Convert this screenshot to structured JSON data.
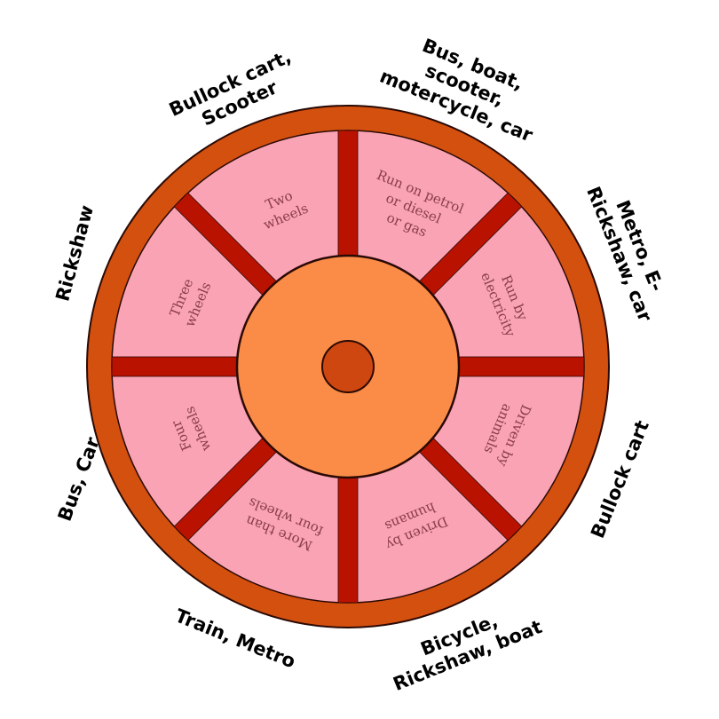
{
  "colors": {
    "rim": "#d4500f",
    "panel": "#f9a3b5",
    "spoke": "#b91200",
    "hub": "#fb8c47",
    "axle": "#cf4710",
    "outline": "#2a0a05"
  },
  "sectors": [
    {
      "category": [
        "Run on petrol",
        "or diesel",
        "or gas"
      ],
      "examples": [
        "Bus, boat,",
        "scooter,",
        "motercycle, car"
      ]
    },
    {
      "category": [
        "Run by",
        "electricity"
      ],
      "examples": [
        "Metro, E-",
        "Rickshaw, car"
      ]
    },
    {
      "category": [
        "Driven by",
        "animals"
      ],
      "examples": [
        "Bullock cart"
      ]
    },
    {
      "category": [
        "Driven by",
        "humans"
      ],
      "examples": [
        "Bicycle,",
        "Rickshaw, boat"
      ]
    },
    {
      "category": [
        "More than",
        "four wheels"
      ],
      "examples": [
        "Train, Metro"
      ]
    },
    {
      "category": [
        "Four",
        "wheels"
      ],
      "examples": [
        "Bus, Car"
      ]
    },
    {
      "category": [
        "Three",
        "wheels"
      ],
      "examples": [
        "Rickshaw"
      ]
    },
    {
      "category": [
        "Two",
        "wheels"
      ],
      "examples": [
        "Bullock cart,",
        "Scooter"
      ]
    }
  ]
}
